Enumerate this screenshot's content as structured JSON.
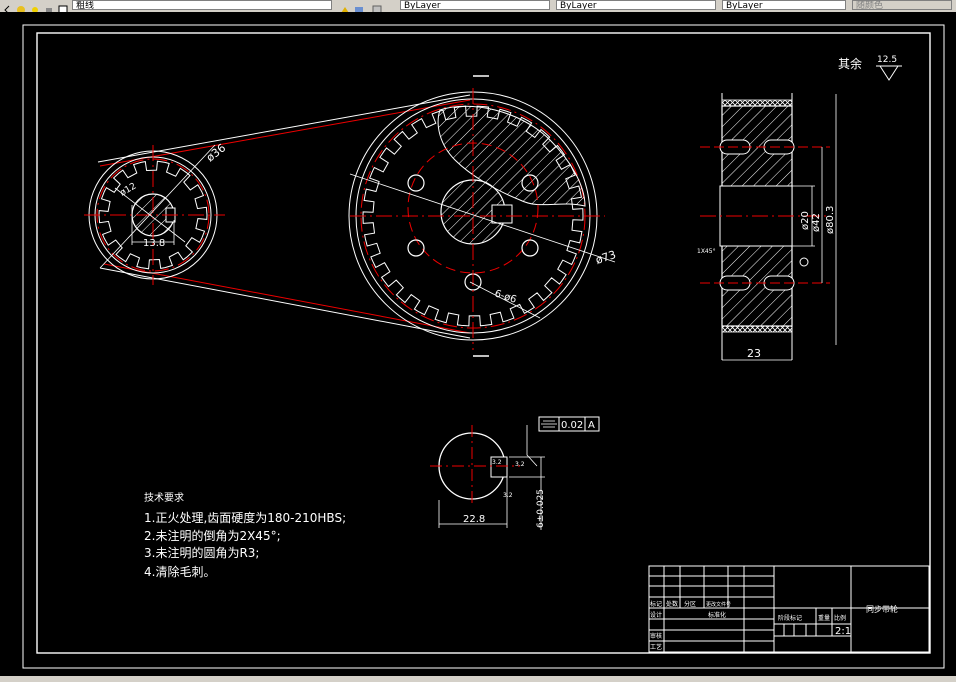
{
  "toolbar": {
    "layer_name": "粗线",
    "color_value": "ByLayer",
    "linetype_value": "ByLayer",
    "lineweight_value": "ByLayer",
    "plotstyle_value": "随颜色"
  },
  "drawing": {
    "surface_note": "其余",
    "roughness_main": "12.5",
    "dims": {
      "d36": "ø36",
      "d12": "ø12",
      "w138": "13.8",
      "d73": "ø73",
      "holes": "6-ø6",
      "d20": "ø20",
      "d42": "ø42",
      "d803": "ø80.3",
      "w23": "23",
      "chamfer_small": "1X45°",
      "w228": "22.8",
      "key_tol": "6±0.025",
      "rough_a": "3.2",
      "rough_b": "3.2",
      "rough_c": "3.2"
    },
    "gdt": {
      "tolerance": "0.02",
      "datum": "A"
    },
    "tech_req": {
      "title": "技术要求",
      "items": [
        "1.正火处理,齿面硬度为180-210HBS;",
        "2.未注明的倒角为2X45°;",
        "3.未注明的圆角为R3;",
        "4.清除毛刺。"
      ]
    },
    "title_block": {
      "part_name": "同步带轮",
      "scale_value": "2:1",
      "col_mark": "标记",
      "col_count": "处数",
      "col_zone": "分区",
      "col_docno": "更改文件号",
      "col_design": "设计",
      "col_std": "标准化",
      "col_stage": "阶段标记",
      "col_weight": "重量",
      "col_scale": "比例",
      "col_review": "审核",
      "col_process": "工艺"
    }
  }
}
